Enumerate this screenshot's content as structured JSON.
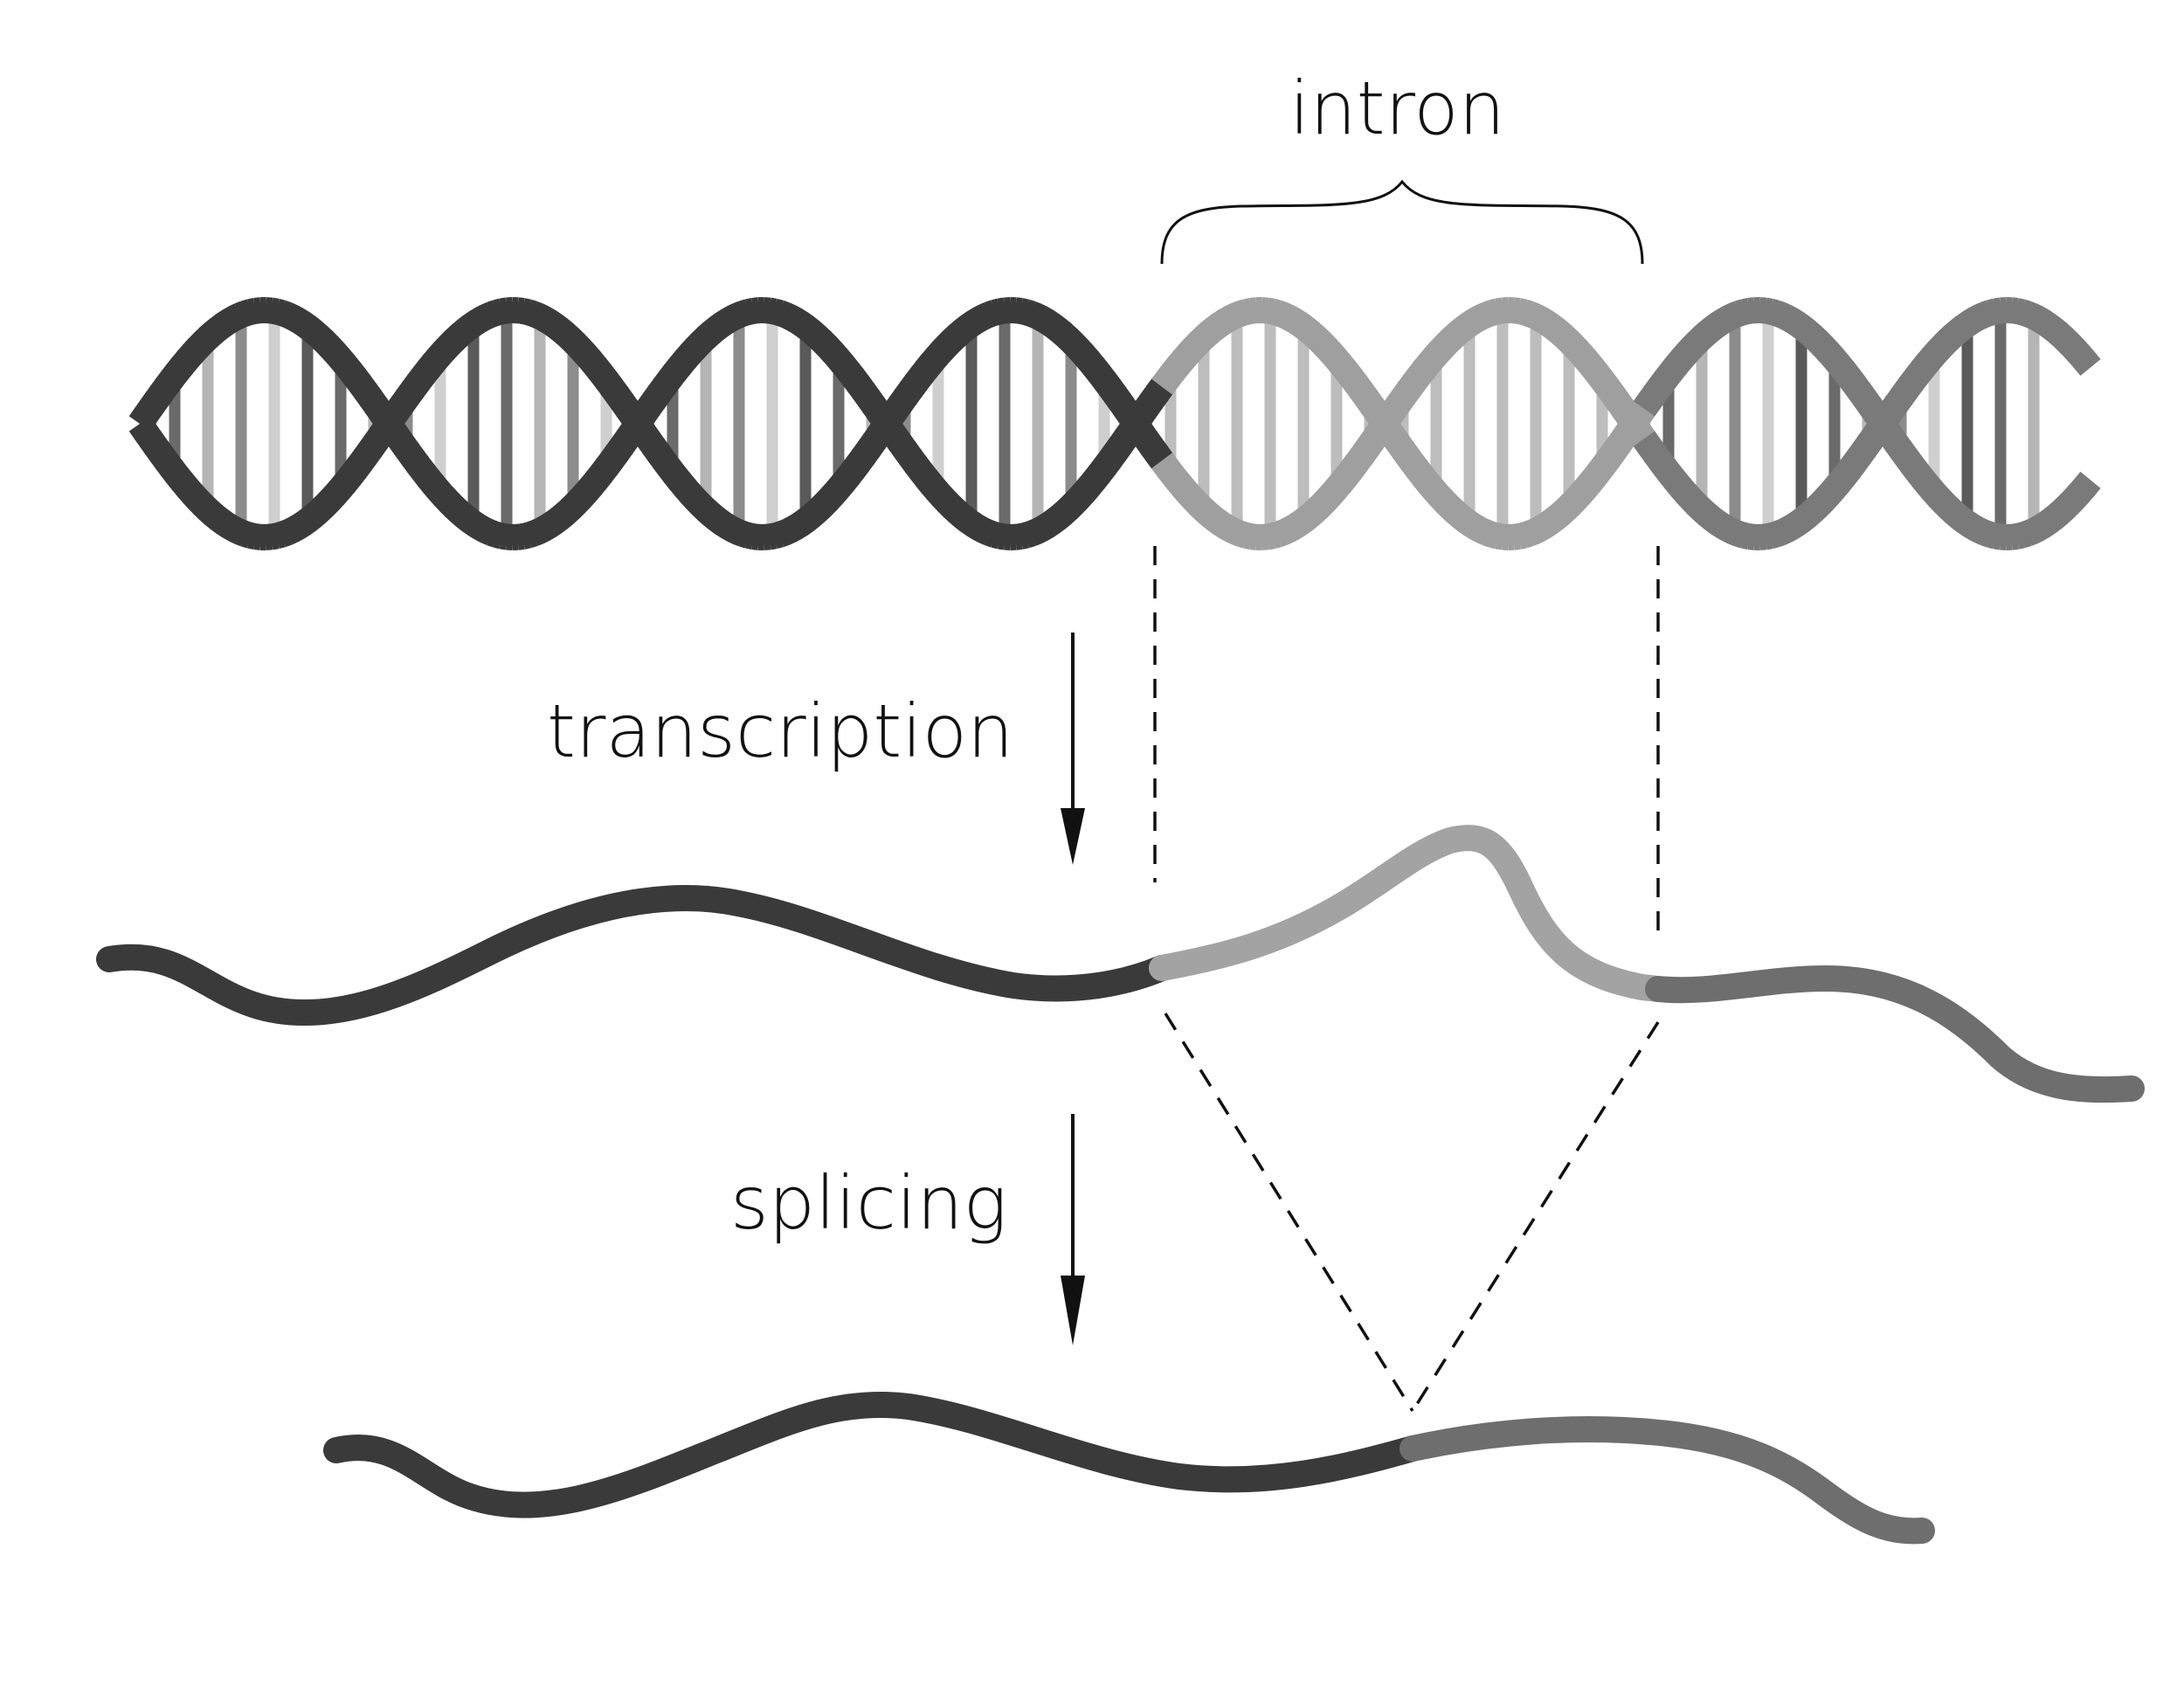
{
  "labels": {
    "intron": "intron",
    "transcription": "transcription",
    "splicing": "splicing"
  },
  "colors": {
    "background": "#ffffff",
    "exon_dark": "#3a3a3a",
    "exon_mid": "#555555",
    "intron_light": "#9f9f9f",
    "exon_right": "#7a7a7a",
    "line": "#111111"
  },
  "icons": {
    "transcription_arrow": "arrow-down-icon",
    "splicing_arrow": "arrow-down-icon",
    "intron_bracket": "curly-brace-icon"
  }
}
